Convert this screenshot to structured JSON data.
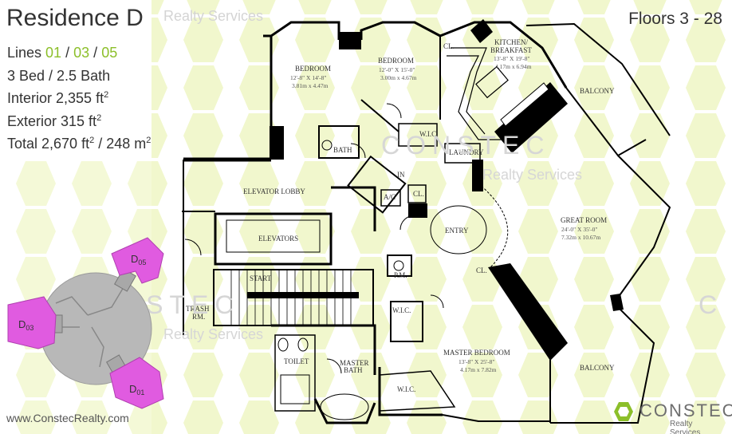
{
  "title": "Residence D",
  "watermark_small": "Realty Services",
  "floors": "Floors 3 - 28",
  "specs": {
    "lines_label": "Lines",
    "lines_sep1": "/",
    "lines_sep2": "/",
    "lines": [
      "01",
      "03",
      "05"
    ],
    "beds_baths": "3 Bed / 2.5 Bath",
    "interior_label": "Interior 2,355 ft",
    "exterior_label": "Exterior 315 ft",
    "total_label": "Total 2,670 ft",
    "total_metric": " / 248 m",
    "sup": "2"
  },
  "rooms": {
    "bedroom1": {
      "name": "BEDROOM",
      "dim_ft": "12'-8\" X 14'-8\"",
      "dim_m": "3.81m x 4.47m"
    },
    "bedroom2": {
      "name": "BEDROOM",
      "dim_ft": "12'-0\" X 15'-0\"",
      "dim_m": "3.00m x 4.67m"
    },
    "kitchen": {
      "name_1": "KITCHEN/",
      "name_2": "BREAKFAST",
      "dim_ft": "13'-8\" X 19'-8\"",
      "dim_m": "4.17m x 6.94m"
    },
    "balcony_top": "BALCONY",
    "great_room": {
      "name": "GREAT ROOM",
      "dim_ft": "24'-0\" X 35'-0\"",
      "dim_m": "7.32m x 10.67m"
    },
    "master_bedroom": {
      "name": "MASTER BEDROOM",
      "dim_ft": "13'-8\" X 25'-8\"",
      "dim_m": "4.17m x 7.82m"
    },
    "balcony_bottom": "BALCONY",
    "elevator_lobby": "ELEVATOR LOBBY",
    "elevators": "ELEVATORS",
    "entry": "ENTRY",
    "bath": "BATH",
    "wic_top": "W.I.C.",
    "laundry": "LAUNDRY",
    "cl_kitchen": "CL.",
    "cl_entry": "CL.",
    "cl_great": "CL.",
    "in": "IN",
    "ac": "A/C",
    "pm": "P.M.",
    "start": "START",
    "trash_1": "TRASH",
    "trash_2": "RM.",
    "wic_master": "W.I.C.",
    "wic_master2": "W.I.C.",
    "toilet": "TOILET",
    "master_bath_1": "MASTER",
    "master_bath_2": "BATH"
  },
  "key_plan": {
    "labels": [
      {
        "text": "D",
        "sub": "05"
      },
      {
        "text": "D",
        "sub": "03"
      },
      {
        "text": "D",
        "sub": "01"
      }
    ],
    "highlight_color": "#e05be0",
    "building_color": "#b8b8b8"
  },
  "watermarks": {
    "brand": "CONSTEC",
    "realty": "Realty Services",
    "brand_small": "C"
  },
  "website": "www.ConstecRealty.com",
  "logo": {
    "name": "CONSTEC",
    "tagline": "Realty Services"
  },
  "colors": {
    "accent": "#8cbf2a",
    "pattern": "#f2f7cf",
    "wall": "#000000",
    "text": "#333333"
  }
}
